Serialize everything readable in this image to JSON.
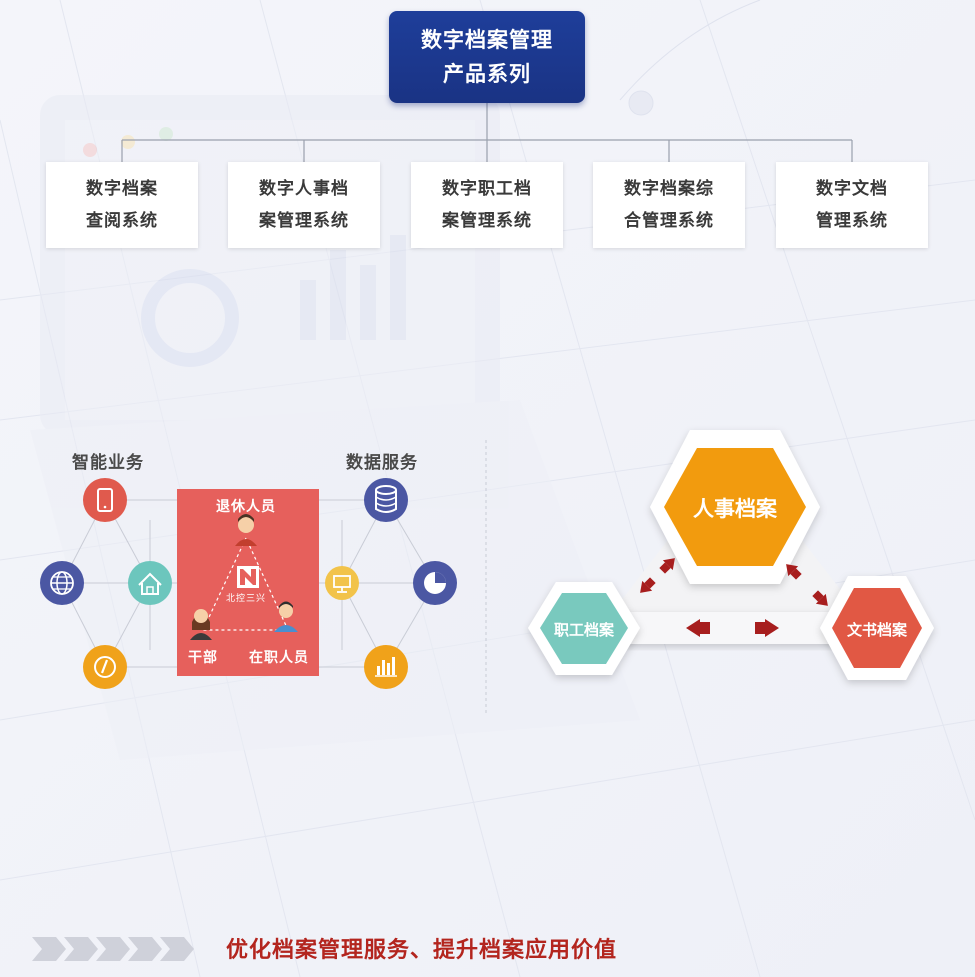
{
  "header": {
    "title_line1": "数字档案管理",
    "title_line2": "产品系列"
  },
  "subsystems": [
    {
      "line1": "数字档案",
      "line2": "查阅系统"
    },
    {
      "line1": "数字人事档",
      "line2": "案管理系统"
    },
    {
      "line1": "数字职工档",
      "line2": "案管理系统"
    },
    {
      "line1": "数字档案综",
      "line2": "合管理系统"
    },
    {
      "line1": "数字文档",
      "line2": "管理系统"
    }
  ],
  "left_diagram": {
    "label_left": "智能业务",
    "label_right": "数据服务",
    "panel": {
      "top": "退休人员",
      "bottom_left": "干部",
      "bottom_right": "在职人员",
      "logo_text": "北控三兴"
    }
  },
  "right_diagram": {
    "top": "人事档案",
    "left": "职工档案",
    "right": "文书档案"
  },
  "footer": {
    "slogan": "优化档案管理服务、提升档案应用价值"
  },
  "colors": {
    "navy": "#1d3a94",
    "red": "#e05a4d",
    "orange": "#f0a21a",
    "teal": "#6cc6bd",
    "purple": "#4b57a3",
    "hex_orange": "#f29b0e",
    "hex_teal": "#79c9be",
    "hex_red": "#e15844",
    "arrow_red": "#a71e1e",
    "slogan_red": "#b3251e"
  }
}
